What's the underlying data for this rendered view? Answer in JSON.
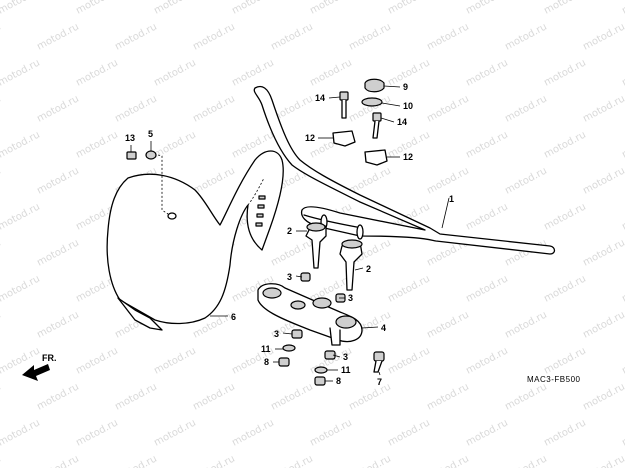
{
  "watermark": {
    "text": "motod.ru",
    "color": "#d9d9d9"
  },
  "diagram_code": "MAC3-FB500",
  "direction_label": "FR.",
  "callouts": [
    {
      "id": "c1",
      "label": "1"
    },
    {
      "id": "c2a",
      "label": "2"
    },
    {
      "id": "c2b",
      "label": "2"
    },
    {
      "id": "c3a",
      "label": "3"
    },
    {
      "id": "c3b",
      "label": "3"
    },
    {
      "id": "c3c",
      "label": "3"
    },
    {
      "id": "c3d",
      "label": "3"
    },
    {
      "id": "c4",
      "label": "4"
    },
    {
      "id": "c5",
      "label": "5"
    },
    {
      "id": "c6",
      "label": "6"
    },
    {
      "id": "c7",
      "label": "7"
    },
    {
      "id": "c8a",
      "label": "8"
    },
    {
      "id": "c8b",
      "label": "8"
    },
    {
      "id": "c9",
      "label": "9"
    },
    {
      "id": "c10",
      "label": "10"
    },
    {
      "id": "c11a",
      "label": "11"
    },
    {
      "id": "c11b",
      "label": "11"
    },
    {
      "id": "c12a",
      "label": "12"
    },
    {
      "id": "c12b",
      "label": "12"
    },
    {
      "id": "c13",
      "label": "13"
    },
    {
      "id": "c14a",
      "label": "14"
    },
    {
      "id": "c14b",
      "label": "14"
    }
  ]
}
